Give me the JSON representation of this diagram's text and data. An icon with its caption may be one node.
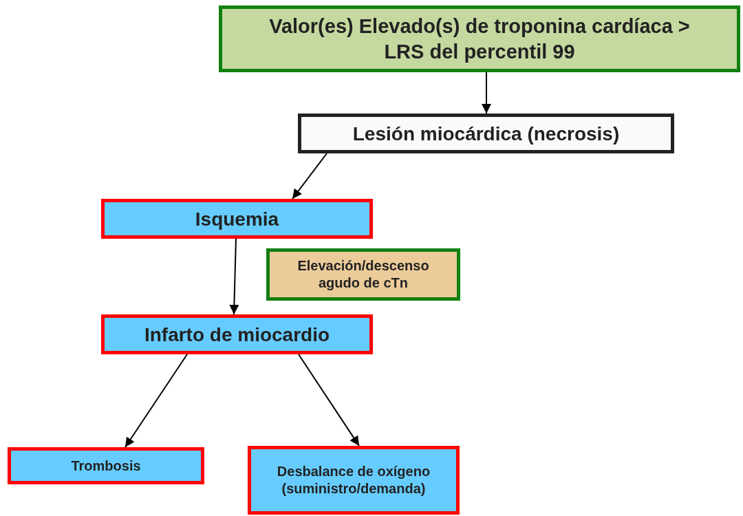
{
  "diagram": {
    "nodes": [
      {
        "text": [
          "Valor(es) Elevado(s) de troponina cardíaca > LRS del percentil 99"
        ]
      },
      {
        "text": [
          "Lesión miocárdica (necrosis)"
        ]
      },
      {
        "text": [
          "Isquemia"
        ]
      },
      {
        "text": [
          "Elevación/descenso agudo de cTn"
        ]
      },
      {
        "text": [
          "Infarto de miocardio"
        ]
      },
      {
        "text": [
          "Trombosis"
        ]
      },
      {
        "text": [
          "Desbalance de oxígeno (suministro/demanda)"
        ]
      }
    ],
    "edges": [
      {
        "from": 0,
        "to": 1,
        "arrow": "to"
      },
      {
        "from": 1,
        "to": 2,
        "arrow": "to"
      },
      {
        "from": 2,
        "to": 4,
        "arrow": "to"
      },
      {
        "from": 4,
        "to": 5,
        "arrow": "to"
      },
      {
        "from": 4,
        "to": 6,
        "arrow": "to"
      }
    ]
  }
}
